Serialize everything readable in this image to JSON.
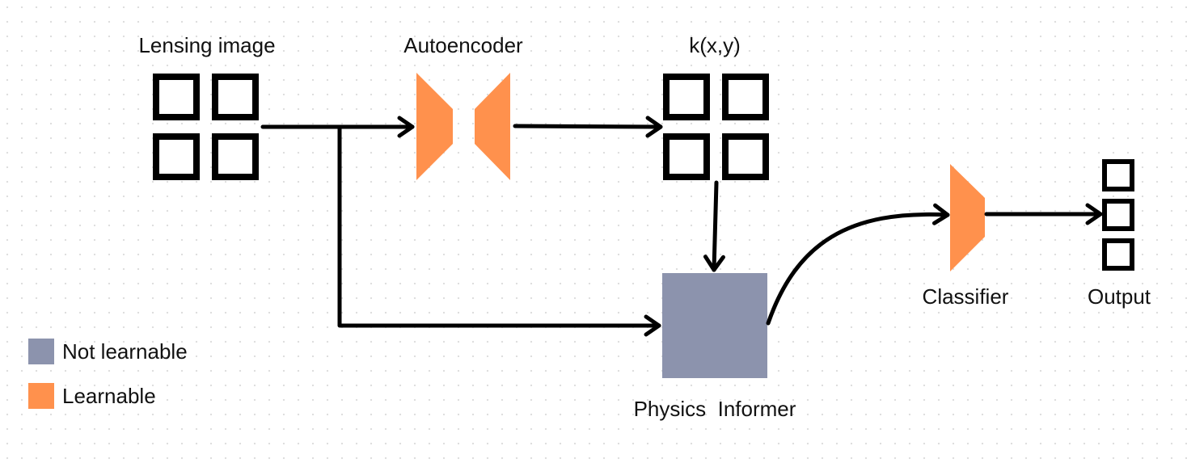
{
  "labels": {
    "lensing_image": "Lensing image",
    "autoencoder": "Autoencoder",
    "kappa": "k(x,y)",
    "physics_informer": "Physics  Informer",
    "classifier": "Classifier",
    "output": "Output"
  },
  "legend": {
    "not_learnable": "Not learnable",
    "learnable": "Learnable"
  },
  "colors": {
    "learnable": "#FF914D",
    "not_learnable": "#8C93AD",
    "line": "#000000"
  }
}
